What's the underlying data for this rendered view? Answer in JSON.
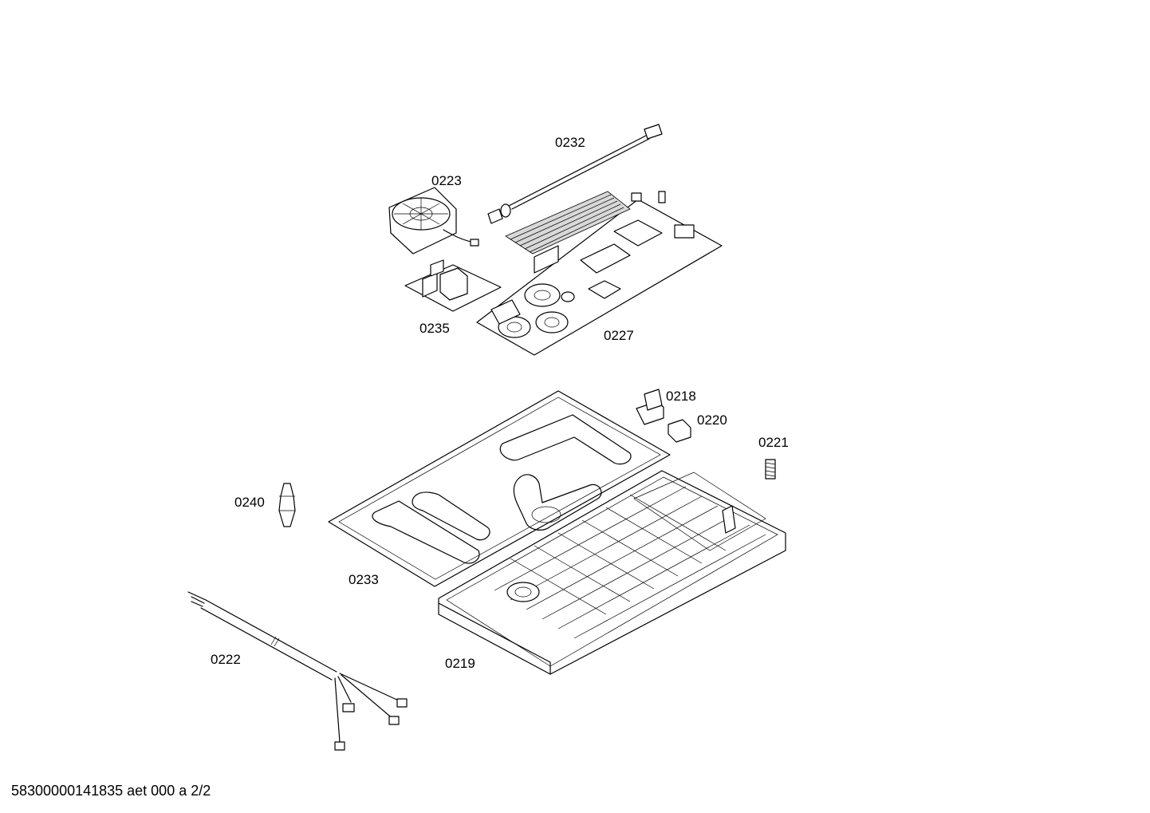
{
  "parts": {
    "p0232": "0232",
    "p0223": "0223",
    "p0235": "0235",
    "p0227": "0227",
    "p0218": "0218",
    "p0220": "0220",
    "p0221": "0221",
    "p0240": "0240",
    "p0233": "0233",
    "p0222": "0222",
    "p0219": "0219"
  },
  "footer": "58300000141835 aet 000 a 2/2"
}
